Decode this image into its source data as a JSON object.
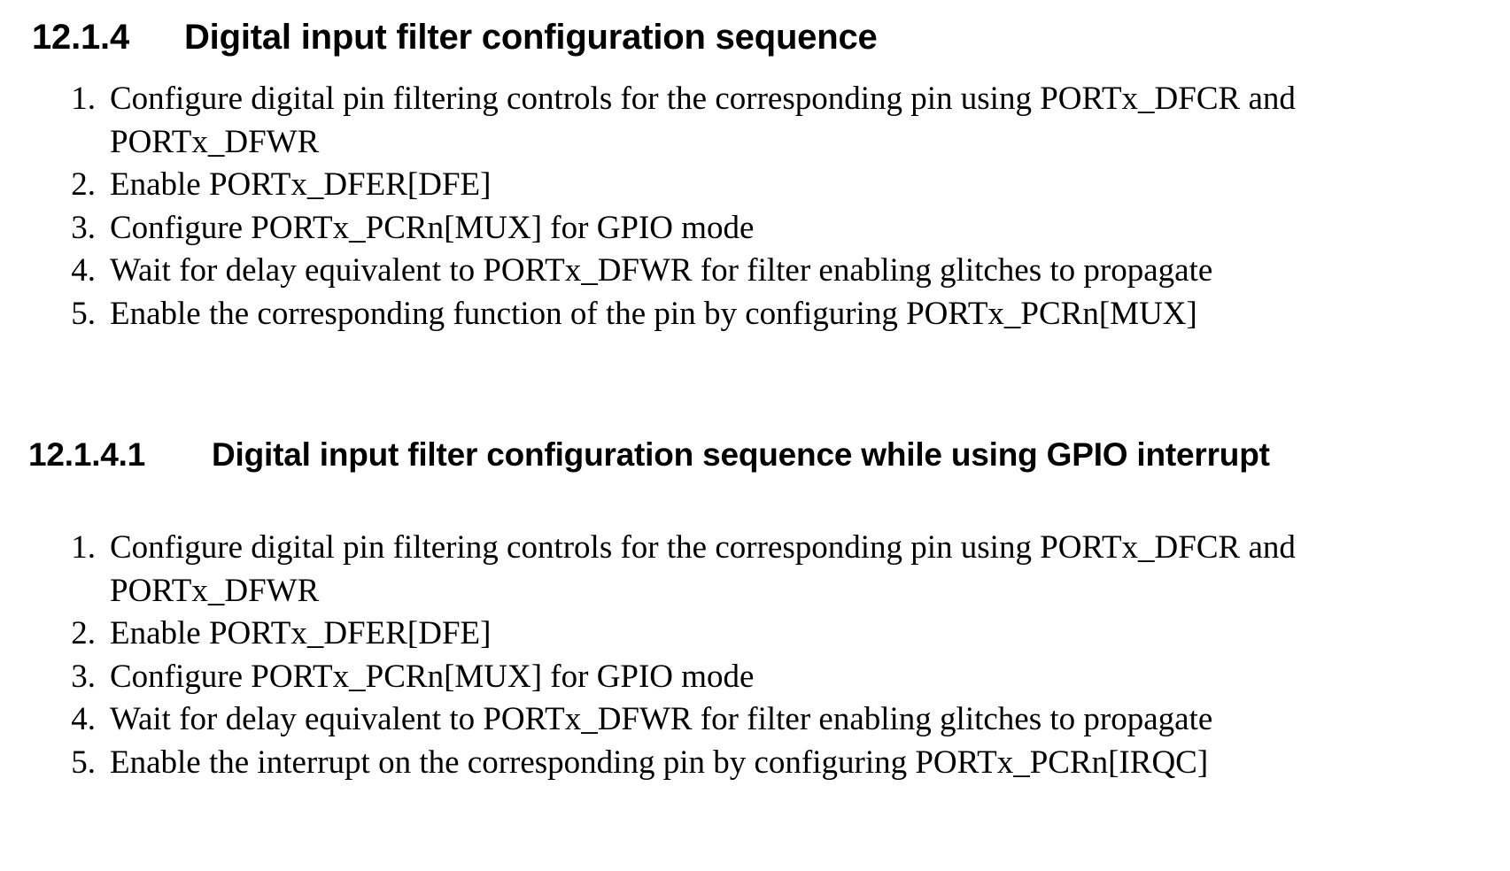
{
  "document": {
    "background_color": "#ffffff",
    "text_color": "#000000"
  },
  "sections": [
    {
      "number": "12.1.4",
      "title": "Digital input filter configuration sequence",
      "steps": [
        {
          "marker": "1.",
          "text": "Configure digital pin filtering controls for the corresponding pin using PORTx_DFCR and PORTx_DFWR"
        },
        {
          "marker": "2.",
          "text": "Enable PORTx_DFER[DFE]"
        },
        {
          "marker": "3.",
          "text": "Configure PORTx_PCRn[MUX] for GPIO mode"
        },
        {
          "marker": "4.",
          "text": "Wait for delay equivalent to PORTx_DFWR for filter enabling glitches to propagate"
        },
        {
          "marker": "5.",
          "text": "Enable the corresponding function of the pin by configuring PORTx_PCRn[MUX]"
        }
      ]
    },
    {
      "number": "12.1.4.1",
      "title": "Digital input filter configuration sequence while using GPIO interrupt",
      "steps": [
        {
          "marker": "1.",
          "text": "Configure digital pin filtering controls for the corresponding pin using PORTx_DFCR and PORTx_DFWR"
        },
        {
          "marker": "2.",
          "text": "Enable PORTx_DFER[DFE]"
        },
        {
          "marker": "3.",
          "text": "Configure PORTx_PCRn[MUX] for GPIO mode"
        },
        {
          "marker": "4.",
          "text": "Wait for delay equivalent to PORTx_DFWR for filter enabling glitches to propagate"
        },
        {
          "marker": "5.",
          "text": "Enable the interrupt on the corresponding pin by configuring PORTx_PCRn[IRQC]"
        }
      ]
    }
  ]
}
